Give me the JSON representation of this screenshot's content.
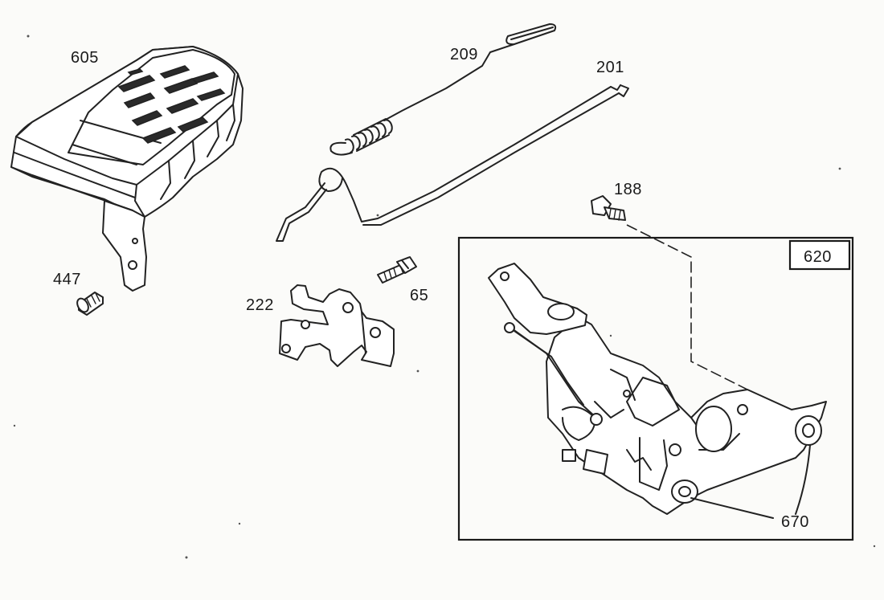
{
  "diagram": {
    "parts": [
      {
        "id": "605"
      },
      {
        "id": "209"
      },
      {
        "id": "201"
      },
      {
        "id": "188"
      },
      {
        "id": "620"
      },
      {
        "id": "447"
      },
      {
        "id": "222"
      },
      {
        "id": "65"
      },
      {
        "id": "670"
      }
    ]
  }
}
